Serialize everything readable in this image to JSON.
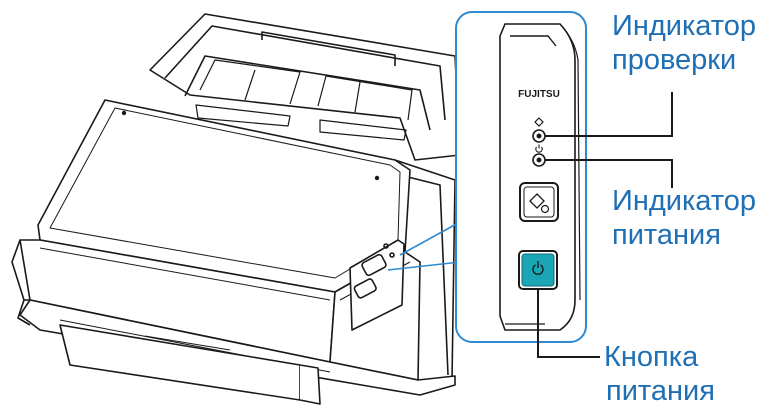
{
  "callouts": {
    "check_indicator": {
      "line1": "Индикатор",
      "line2": "проверки"
    },
    "power_indicator": {
      "line1": "Индикатор",
      "line2": "питания"
    },
    "power_button": {
      "line1": "Кнопка",
      "line2": "питания"
    }
  },
  "panel": {
    "brand": "FUJITSU"
  },
  "colors": {
    "callout_text": "#1f6fb5",
    "panel_border": "#2f8ad0",
    "power_button": "#1aa6b5",
    "outline": "#1a1a1a"
  },
  "icons": {
    "check_indicator_symbol": "diamond-icon",
    "power_indicator_symbol": "power-icon",
    "scan_button_symbol": "scan-stop-icon",
    "power_button_symbol": "power-icon"
  }
}
